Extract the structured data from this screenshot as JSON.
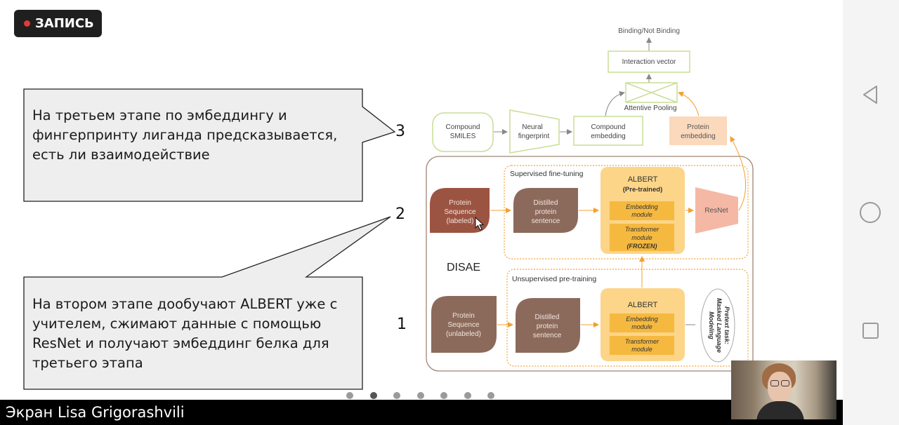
{
  "recording": {
    "label": "ЗАПИСЬ",
    "dot_color": "#e53935"
  },
  "screen_share": {
    "label": "Экран Lisa Grigorashvili"
  },
  "callouts": [
    {
      "step": "3",
      "lines": [
        "На третьем этапе по эмбеддингу и",
        "фингерпринту лиганда предсказывается,",
        "есть ли взаимодействие"
      ]
    },
    {
      "step": "2",
      "lines": [
        "На втором этапе дообучают ALBERT уже с",
        "учителем, сжимают данные с помощью",
        "ResNet и получают эмбеддинг белка для",
        "третьего этапа"
      ]
    }
  ],
  "step1_label": "1",
  "diagram": {
    "top_label": "Binding/Not Binding",
    "interaction_vector": "Interaction vector",
    "attentive_pooling": "Attentive Pooling",
    "compound_smiles": [
      "Compound",
      "SMILES"
    ],
    "neural_fingerprint": [
      "Neural",
      "fingerprint"
    ],
    "compound_embedding": [
      "Compound",
      "embedding"
    ],
    "protein_embedding": [
      "Protein",
      "embedding"
    ],
    "disae_label": "DISAE",
    "supervised_label": "Supervised fine-tuning",
    "unsupervised_label": "Unsupervised pre-training",
    "protein_seq_labeled": [
      "Protein",
      "Sequence",
      "(labeled)"
    ],
    "protein_seq_unlabeled": [
      "Protein",
      "Sequence",
      "(unlabeled)"
    ],
    "distilled_sentence": [
      "Distilled",
      "protein",
      "sentence"
    ],
    "albert_top": {
      "title": "ALBERT",
      "subtitle": "(Pre-trained)",
      "embedding": [
        "Embedding",
        "module"
      ],
      "transformer": [
        "Transformer",
        "module",
        "(FROZEN)"
      ]
    },
    "albert_bottom": {
      "title": "ALBERT",
      "embedding": [
        "Embedding",
        "module"
      ],
      "transformer": [
        "Transformer",
        "module"
      ]
    },
    "resnet": "ResNet",
    "pretext": [
      "Pretext task:",
      "Masked Language",
      "Modeling"
    ]
  },
  "colors": {
    "seq_labeled": "#9c5442",
    "seq_unlabeled": "#8c6a5b",
    "albert_outer": "#fcd588",
    "albert_inner": "#f5b940",
    "resnet": "#f4b8a5",
    "protein_embedding": "#fbd9bd",
    "green_border": "#c8dd96",
    "dotted_orange": "#f2a53a"
  },
  "pager": {
    "count": 7,
    "active": 1
  }
}
